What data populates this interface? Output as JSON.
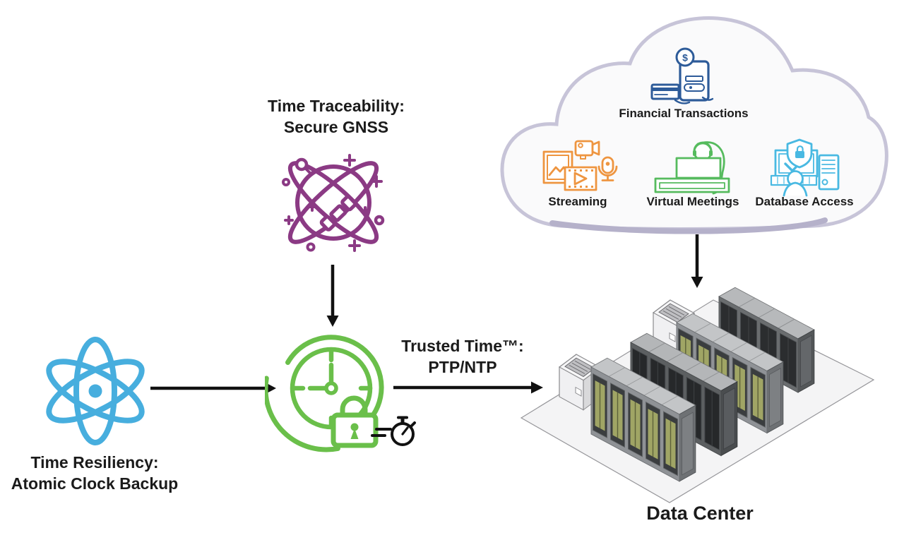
{
  "nodes": {
    "traceability": {
      "line1": "Time Traceability:",
      "line2": "Secure GNSS",
      "icon": "gnss-satellite-icon",
      "color": "#8b3a84"
    },
    "resiliency": {
      "line1": "Time Resiliency:",
      "line2": "Atomic Clock Backup",
      "icon": "atom-icon",
      "color": "#47aede"
    },
    "trusted_time": {
      "line1": "Trusted Time™:",
      "line2": "PTP/NTP",
      "icon": "secure-clock-icon",
      "color": "#6abf4a"
    },
    "data_center": {
      "label": "Data Center"
    }
  },
  "cloud": {
    "border_color": "#c7c4d8",
    "services": [
      {
        "label": "Financial Transactions",
        "icon": "financial-transactions-icon",
        "color": "#2d5b99",
        "glyph": "$"
      },
      {
        "label": "Streaming",
        "icon": "streaming-icon",
        "color": "#ee9540"
      },
      {
        "label": "Virtual Meetings",
        "icon": "virtual-meetings-icon",
        "color": "#56bb5e"
      },
      {
        "label": "Database Access",
        "icon": "database-access-icon",
        "color": "#49b9e2"
      }
    ]
  },
  "arrows": {
    "color": "#111111"
  }
}
